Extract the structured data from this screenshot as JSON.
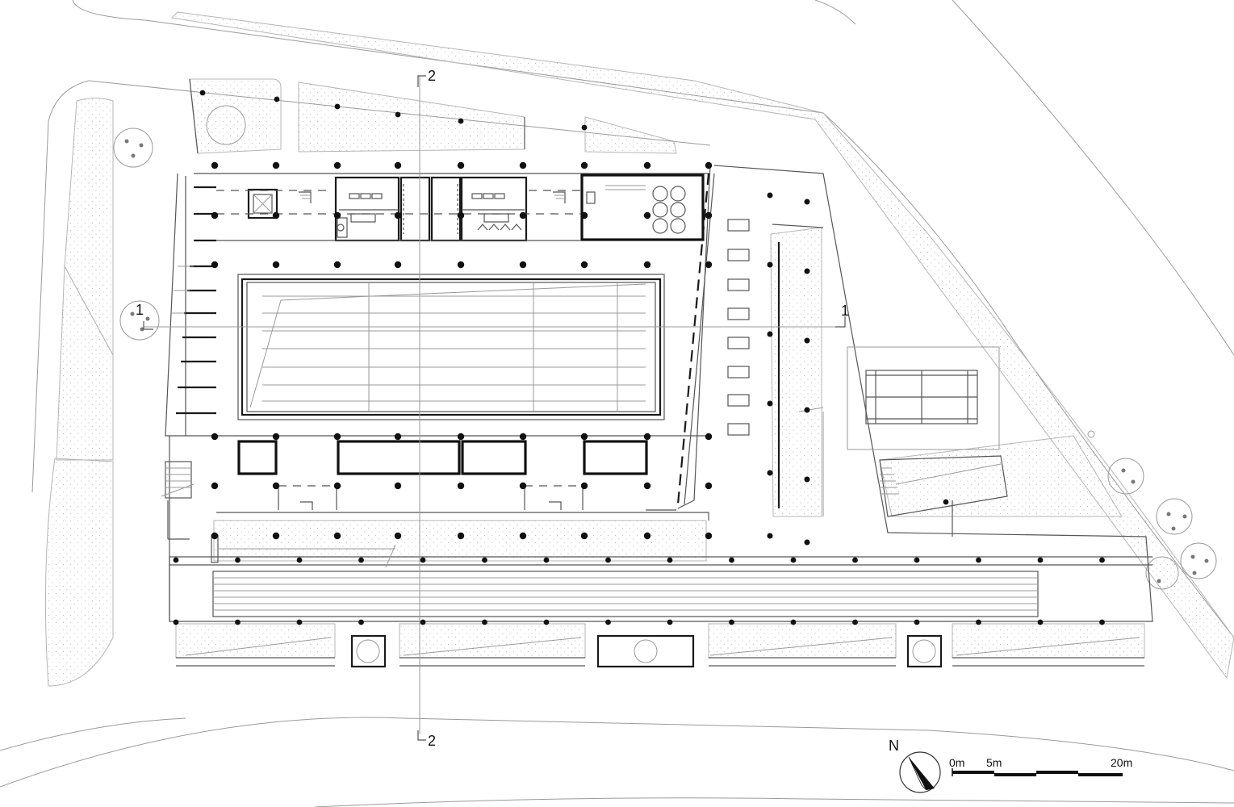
{
  "section_markers": {
    "cut1_left": "1",
    "cut1_right": "1",
    "cut2_top": "2",
    "cut2_bottom": "2"
  },
  "north_arrow": {
    "label": "N",
    "icon": "north-arrow-icon"
  },
  "scale_bar": {
    "label_0": "0m",
    "label_5": "5m",
    "label_20": "20m"
  },
  "colors": {
    "line": "#111111",
    "thin_line": "#9a9a9a",
    "background": "#ffffff"
  }
}
